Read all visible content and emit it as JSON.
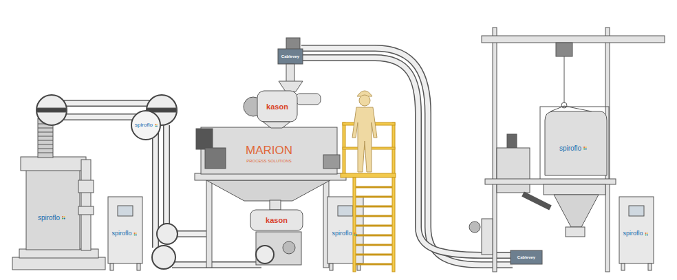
{
  "diagram": {
    "labels": [
      "spiroflo",
      "Cablevey",
      "kason",
      "MARION",
      "PROCESS SOLUTIONS",
      "spiroflo",
      "spiroflo",
      "kason",
      "spiroflo",
      "spiroflo",
      "Cablevey",
      "spiroflo"
    ]
  }
}
